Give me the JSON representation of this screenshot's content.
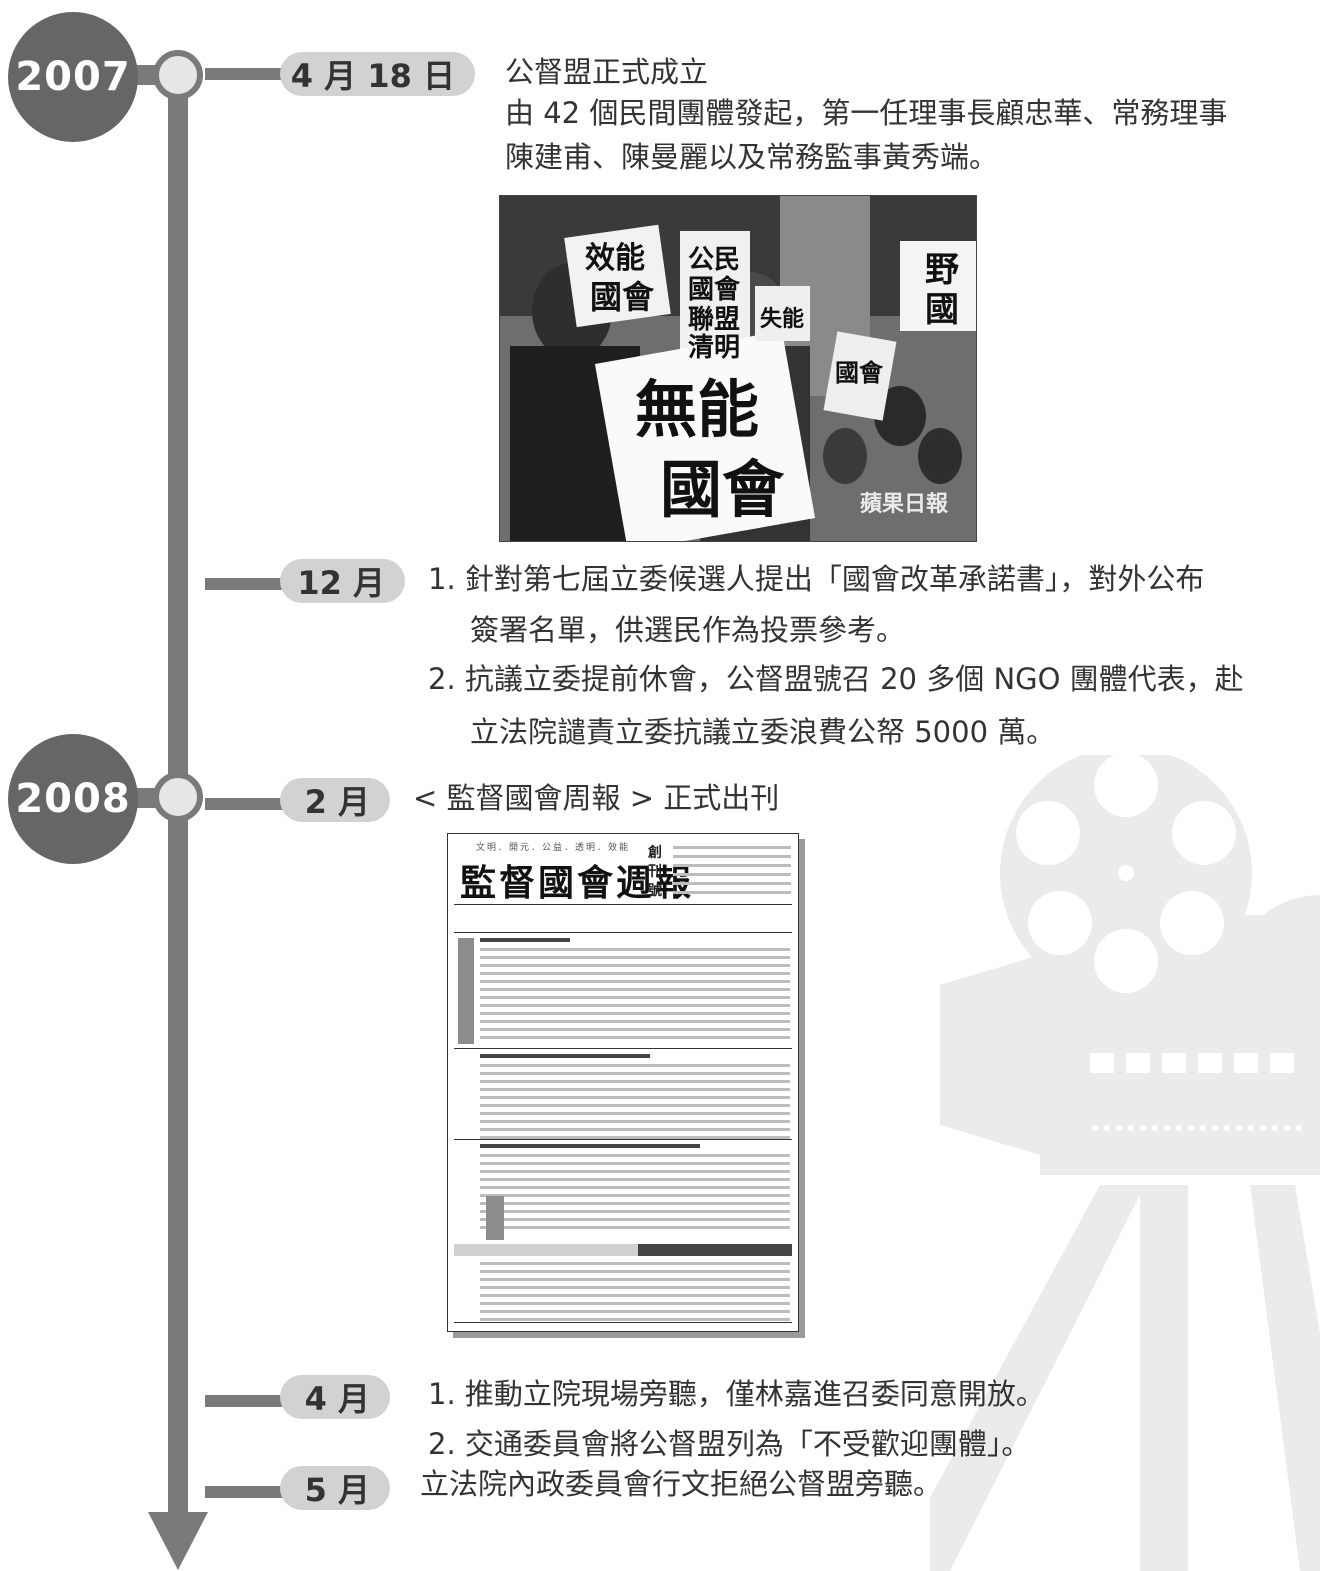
{
  "timeline": {
    "years": [
      {
        "label": "2007"
      },
      {
        "label": "2008"
      }
    ],
    "entries": [
      {
        "date": "4 月 18 日",
        "lines": [
          "公督盟正式成立",
          "由 42 個民間團體發起，第一任理事長顧忠華、常務理事",
          "陳建甫、陳曼麗以及常務監事黃秀端。"
        ]
      },
      {
        "date": "12 月",
        "lines": [
          "1. 針對第七屆立委候選人提出「國會改革承諾書」，對外公布",
          "簽署名單，供選民作為投票參考。",
          "2. 抗議立委提前休會，公督盟號召 20 多個 NGO 團體代表，赴",
          "立法院譴責立委抗議立委浪費公帑 5000 萬。"
        ]
      },
      {
        "date": "2 月",
        "lines": [
          "< 監督國會周報 > 正式出刊"
        ]
      },
      {
        "date": "4 月",
        "lines": [
          "1. 推動立院現場旁聽，僅林嘉進召委同意開放。",
          "2. 交通委員會將公督盟列為「不受歡迎團體」。"
        ]
      },
      {
        "date": "5 月",
        "lines": [
          "立法院內政委員會行文拒絕公督盟旁聽。"
        ]
      }
    ]
  },
  "photo": {
    "signs": [
      "效能",
      "國會",
      "公民",
      "國會",
      "聯盟",
      "清明",
      "無能",
      "國會",
      "失能",
      "國會",
      "野",
      "國"
    ],
    "watermark": "蘋果日報"
  },
  "newspaper": {
    "motto": "文明．開元．公益．透明．效能",
    "title": "監督國會週報",
    "issue": "創刊號"
  },
  "colors": {
    "spine": "#7a7a7a",
    "year_circle": "#666666",
    "date_pill": "#d2d2d2",
    "text": "#333333",
    "projector": "#ebebeb"
  }
}
